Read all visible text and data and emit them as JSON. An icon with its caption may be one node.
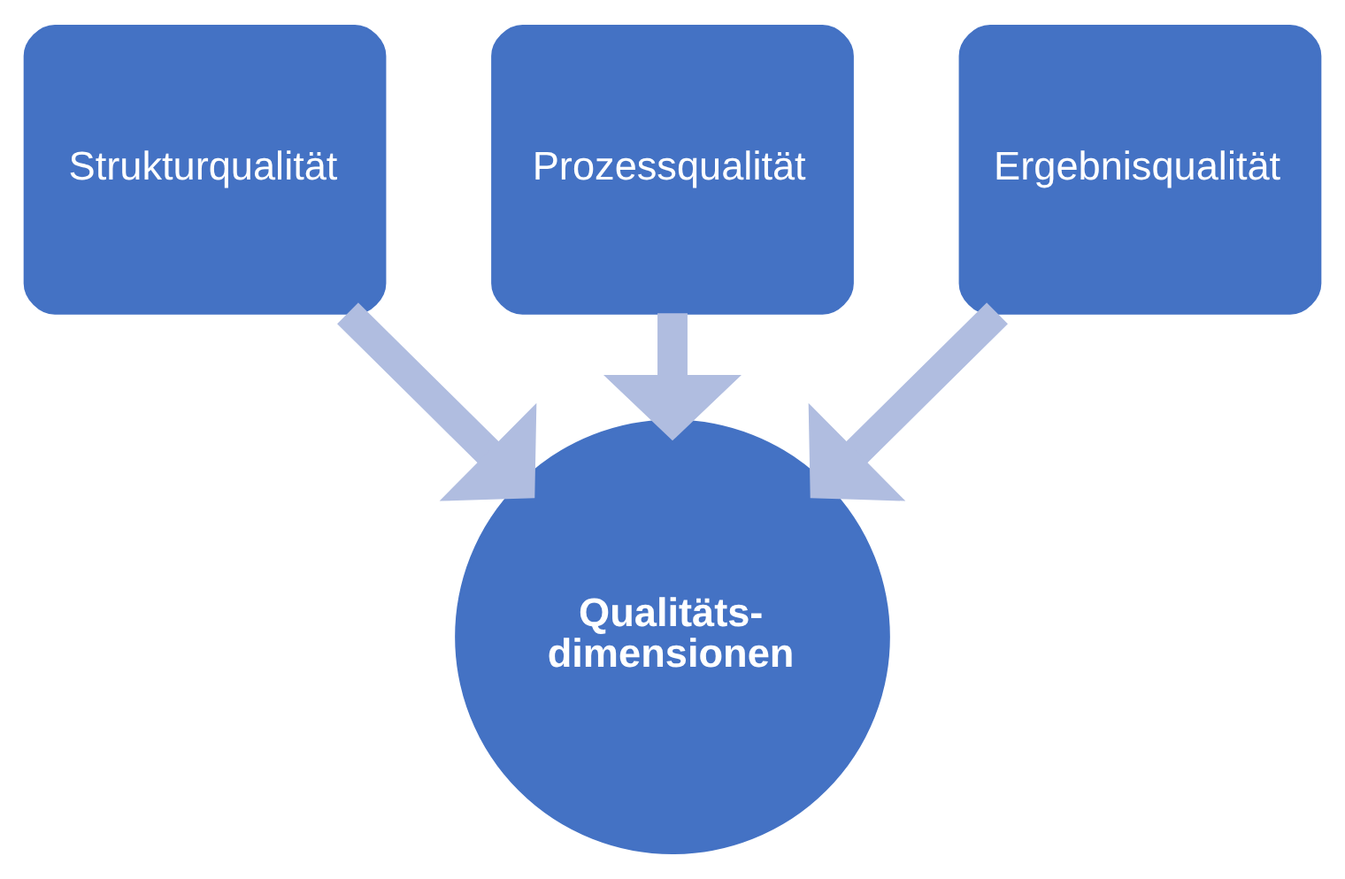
{
  "diagram": {
    "nodes": [
      {
        "text": [
          "Strukturqualität"
        ]
      },
      {
        "text": [
          "Prozessqualität"
        ]
      },
      {
        "text": [
          "Ergebnisqualität"
        ]
      },
      {
        "text": [
          "Qualitäts- dimensionen"
        ]
      }
    ],
    "edges": [
      {
        "from": 0,
        "to": 3,
        "arrow": "to"
      },
      {
        "from": 1,
        "to": 3,
        "arrow": "to"
      },
      {
        "from": 2,
        "to": 3,
        "arrow": "to"
      }
    ]
  }
}
